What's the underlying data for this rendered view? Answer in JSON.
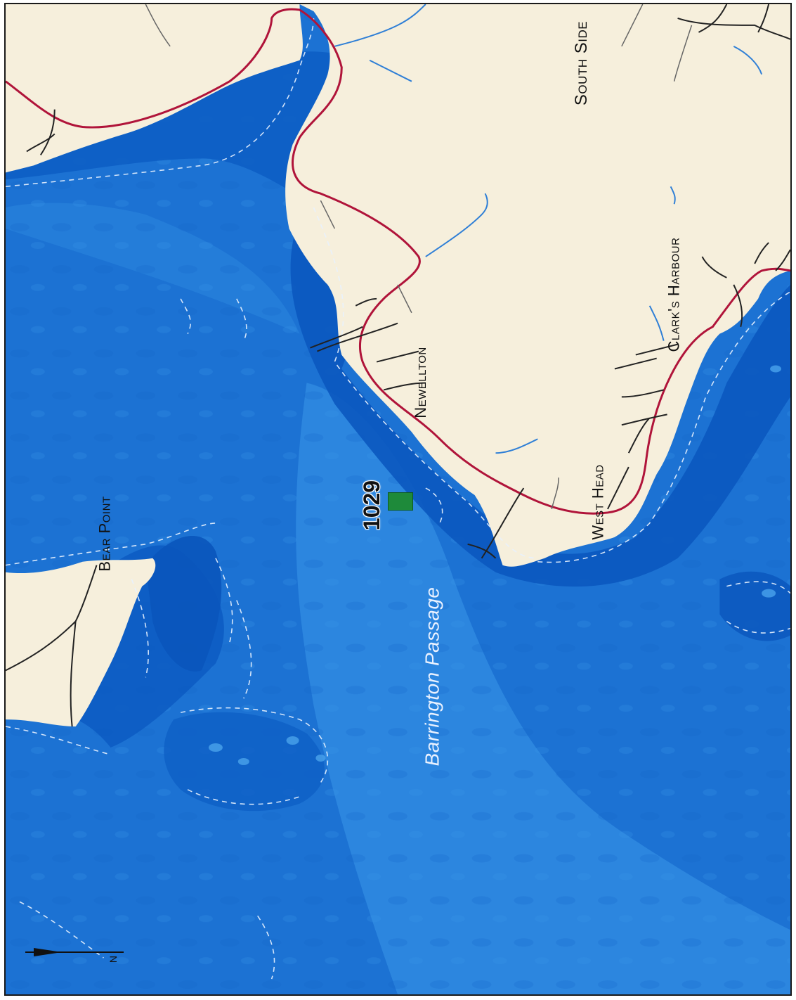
{
  "labels": {
    "south_side": "South Side",
    "newellton": "Newellton",
    "clarks_harbour": "Clark's Harbour",
    "west_head": "West Head",
    "bear_point": "Bear Point",
    "barrington_passage": "Barrington Passage",
    "site_number": "1029",
    "north_letter": "N"
  },
  "colors": {
    "land": "#f6efdc",
    "water_light": "#2e86de",
    "water_mid": "#1b6fd0",
    "water_deep": "#0b57bd",
    "road_main": "#b0143a",
    "road_minor": "#222222",
    "stream": "#2f7fd6",
    "site_marker": "#1e8a3a"
  },
  "icons": {
    "north_arrow": "north-arrow-icon",
    "site_marker": "square-marker-icon"
  }
}
